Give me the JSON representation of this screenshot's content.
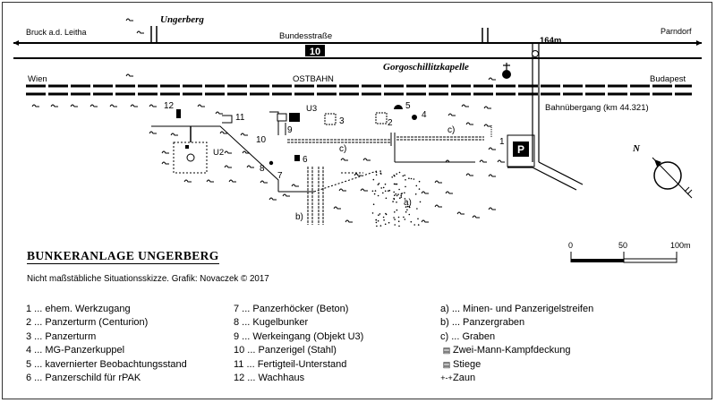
{
  "map": {
    "places": {
      "bruck": "Bruck a.d. Leitha",
      "ungerberg": "Ungerberg",
      "bundesstrasse": "Bundesstraße",
      "road_number": "10",
      "parndorf": "Parndorf",
      "km_top": "164m",
      "wien": "Wien",
      "ostbahn": "OSTBAHN",
      "kapelle": "Gorgoschillitzkapelle",
      "budapest": "Budapest",
      "bahnuebergang": "Bahnübergang (km 44.321)",
      "u2": "U2",
      "u3": "U3",
      "parking": "P",
      "north": "N"
    },
    "markers": {
      "m1": "1",
      "m2": "2",
      "m3": "3",
      "m4": "4",
      "m5": "5",
      "m6": "6",
      "m7": "7",
      "m8": "8",
      "m9": "9",
      "m10": "10",
      "m11": "11",
      "m12": "12",
      "ma": "a)",
      "mb": "b)",
      "mc1": "c)",
      "mc2": "c)"
    },
    "scale": {
      "s0": "0",
      "s50": "50",
      "s100": "100m"
    }
  },
  "title": "BUNKERANLAGE UNGERBERG",
  "note": "Nicht maßstäbliche Situationsskizze. Grafik: Novaczek © 2017",
  "legend": {
    "col1": [
      "1 ... ehem. Werkzugang",
      "2 ... Panzerturm (Centurion)",
      "3 ... Panzerturm",
      "4 ... MG-Panzerkuppel",
      "5 ... kavernierter Beobachtungsstand",
      "6 ... Panzerschild für rPAK"
    ],
    "col2": [
      "7 ... Panzerhöcker (Beton)",
      "8 ... Kugelbunker",
      "9 ... Werkeingang (Objekt U3)",
      "10 ... Panzerigel (Stahl)",
      "11 ... Fertigteil-Unterstand",
      "12 ... Wachhaus"
    ],
    "col3": [
      "a) ... Minen- und Panzerigelstreifen",
      "b) ... Panzergraben",
      "c) ... Graben",
      "Zwei-Mann-Kampfdeckung",
      "Stiege",
      "Zaun"
    ]
  }
}
